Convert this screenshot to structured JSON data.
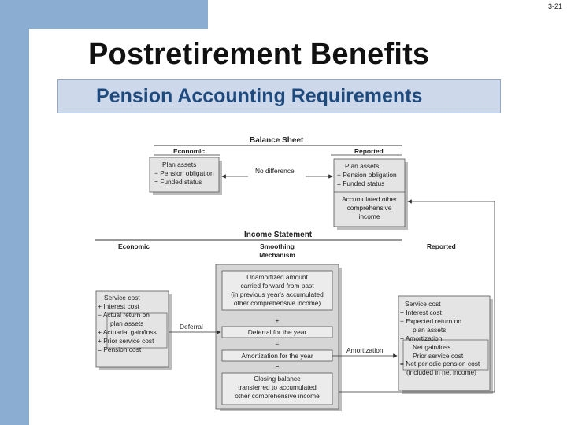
{
  "slide_number": "3-21",
  "title": "Postretirement Benefits",
  "subtitle": "Pension Accounting Requirements",
  "colors": {
    "accent": "#8badd1",
    "subtitle_bg": "#cdd9ea",
    "subtitle_text": "#1f4a7d",
    "box_fill": "#e4e4e4"
  },
  "balance_sheet": {
    "heading": "Balance Sheet",
    "economic_label": "Economic",
    "reported_label": "Reported",
    "economic_box": [
      "Plan assets",
      "− Pension obligation",
      "= Funded status"
    ],
    "no_difference": "No difference",
    "reported_box": [
      "Plan assets",
      "− Pension obligation",
      "= Funded status"
    ],
    "aoci_box": [
      "Accumulated other",
      "comprehensive",
      "income"
    ]
  },
  "income_statement": {
    "heading": "Income Statement",
    "economic_label": "Economic",
    "smoothing_label_1": "Smoothing",
    "smoothing_label_2": "Mechanism",
    "reported_label": "Reported",
    "economic_box": [
      "Service cost",
      "+ Interest cost",
      "− Actual return on",
      "plan assets",
      "+ Actuarial gain/loss",
      "+ Prior service cost",
      "= Pension cost"
    ],
    "deferral_label": "Deferral",
    "amortization_label": "Amortization",
    "smoothing_boxes": {
      "unamortized": [
        "Unamortized amount",
        "carried forward from past",
        "(in previous year's accumulated",
        "other comprehensive income)"
      ],
      "plus": "+",
      "deferral": "Deferral for the year",
      "minus": "−",
      "amortization": "Amortization for the year",
      "equals": "=",
      "closing": [
        "Closing balance",
        "transferred to accumulated",
        "other comprehensive income"
      ]
    },
    "reported_box": [
      "Service cost",
      "+ Interest cost",
      "− Expected return on",
      "plan assets",
      "+ Amortization:",
      "Net gain/loss",
      "Prior service cost",
      "= Net periodic pension cost",
      "(included in net income)"
    ]
  }
}
